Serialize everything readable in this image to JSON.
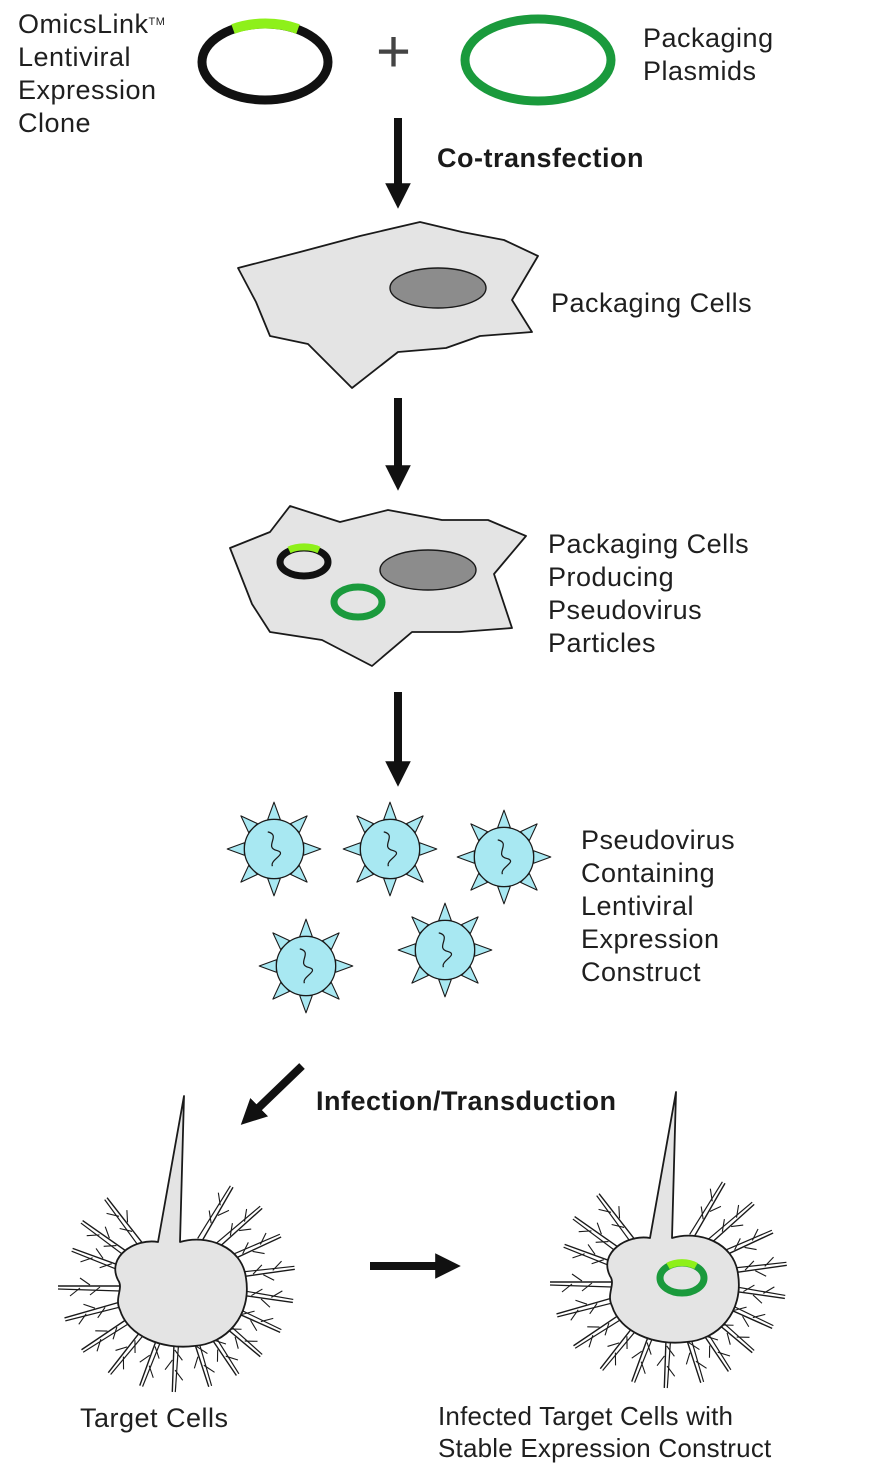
{
  "title": "",
  "labels": {
    "expression_clone": [
      "OmicsLink",
      "Lentiviral",
      "Expression",
      "Clone"
    ],
    "trademark": "TM",
    "plus": "+",
    "packaging_plasmids": [
      "Packaging",
      "Plasmids"
    ],
    "packaging_cells": "Packaging Cells",
    "producing_cells": [
      "Packaging Cells",
      "Producing",
      "Pseudovirus",
      "Particles"
    ],
    "pseudovirus": [
      "Pseudovirus",
      "Containing",
      "Lentiviral",
      "Expression",
      "Construct"
    ],
    "target_cells": "Target Cells",
    "infected_cells": [
      "Infected Target Cells with",
      "Stable Expression Construct"
    ]
  },
  "steps": {
    "cotransfection": "Co-transfection",
    "infection": "Infection/Transduction"
  },
  "icons": [
    "plasmid-black-icon",
    "plasmid-green-icon",
    "cell-icon",
    "virus-particle-icon",
    "neuron-cell-icon",
    "arrow-icon"
  ],
  "colors": {
    "insert_highlight": "#8ef01a",
    "packaging_plasmid": "#1a9a3c",
    "cell_fill": "#e4e4e4",
    "nucleus": "#8c8c8c",
    "virus_fill": "#a8e8f2",
    "arrow": "#111111"
  }
}
